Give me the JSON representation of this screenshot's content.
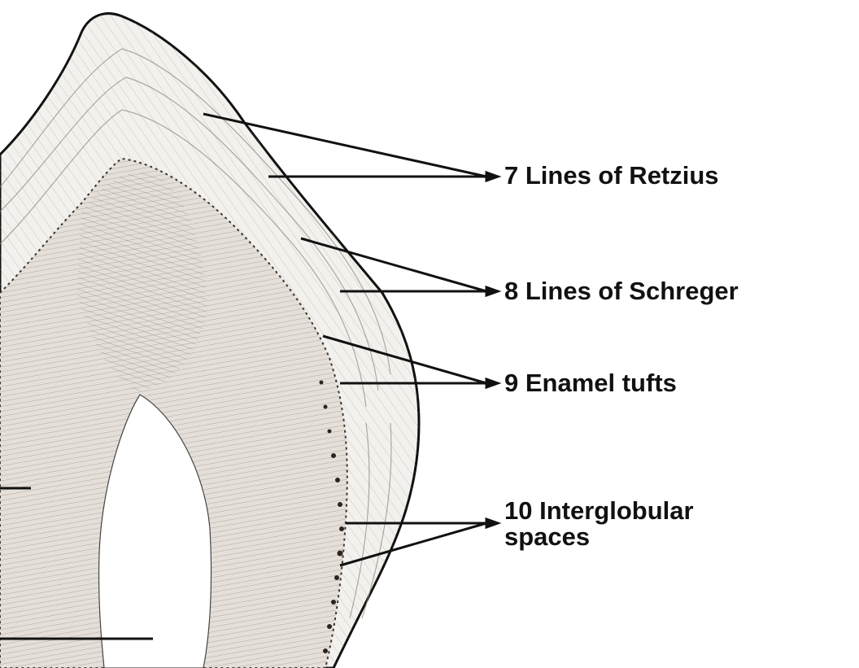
{
  "labels": {
    "retzius": "7 Lines of Retzius",
    "schreger": "8 Lines of Schreger",
    "tufts": "9 Enamel tufts",
    "interglobular_line1": "10 Interglobular",
    "interglobular_line2": "spaces"
  },
  "colors": {
    "ink": "#111111",
    "enamel": "#f4f2ee",
    "dentin": "#e6e1da",
    "dentin_dark": "#5b534c",
    "pulp": "#ffffff"
  }
}
